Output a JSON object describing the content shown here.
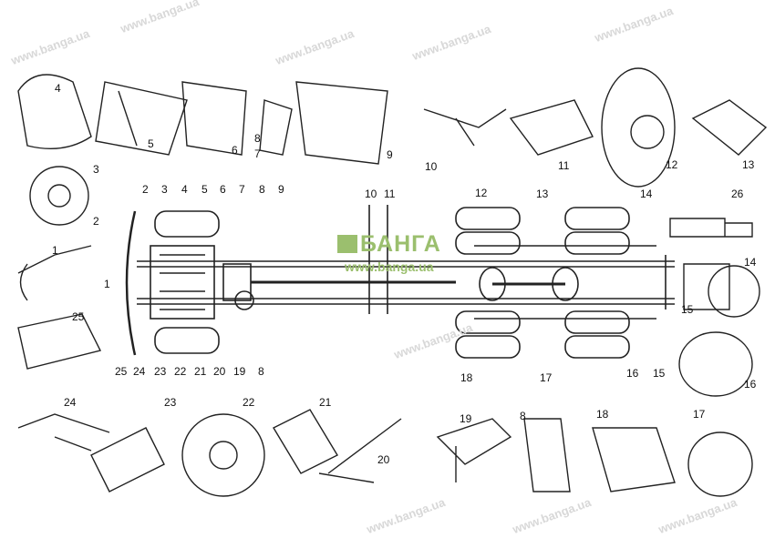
{
  "watermark": "www.banga.ua",
  "logo": {
    "text": "БАНГА",
    "url": "www.banga.ua",
    "color": "#9bbf6e"
  },
  "chassis_labels": {
    "top": [
      "2",
      "3",
      "4",
      "5",
      "6",
      "7",
      "8",
      "9",
      "10",
      "11",
      "12",
      "13",
      "14"
    ],
    "bottom": [
      "25",
      "24",
      "23",
      "22",
      "21",
      "20",
      "19",
      "8",
      "18",
      "17",
      "16",
      "15"
    ],
    "left": "1"
  },
  "inset_labels": [
    "4",
    "5",
    "6",
    "8",
    "7",
    "9",
    "3",
    "2",
    "1",
    "25",
    "24",
    "23",
    "22",
    "21",
    "20",
    "10",
    "11",
    "12",
    "13",
    "26",
    "14",
    "15",
    "16",
    "19",
    "8",
    "18",
    "17"
  ]
}
